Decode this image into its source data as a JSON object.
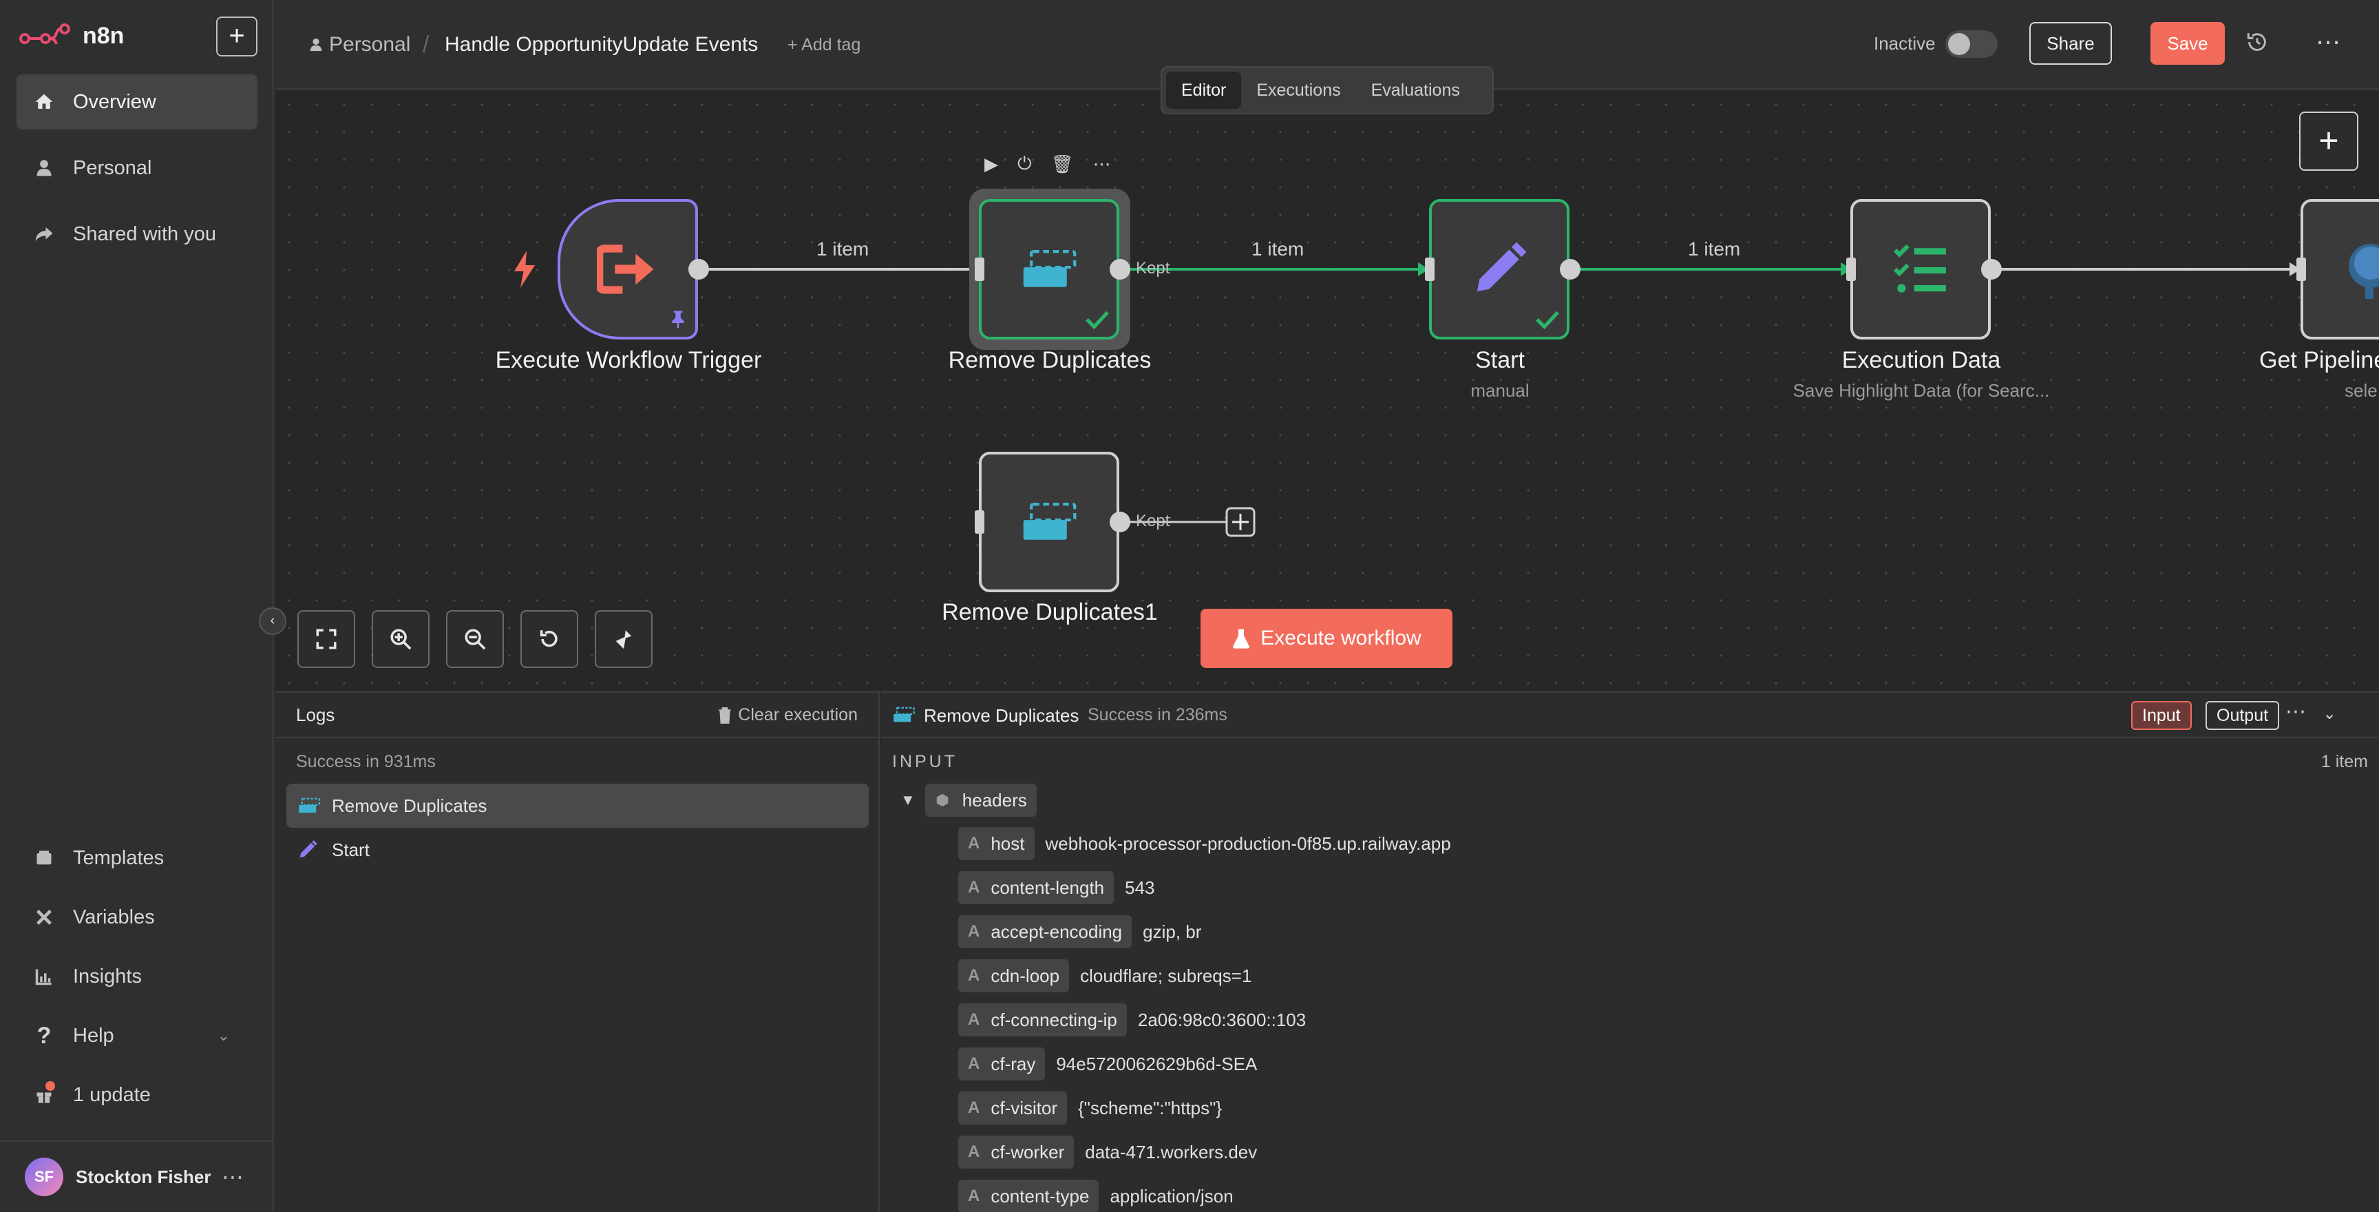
{
  "app": {
    "logo_text": "n8n"
  },
  "sidebar": {
    "items": [
      {
        "label": "Overview",
        "icon": "home-icon"
      },
      {
        "label": "Personal",
        "icon": "user-icon"
      },
      {
        "label": "Shared with you",
        "icon": "share-icon"
      }
    ],
    "bottom_items": [
      {
        "label": "Templates",
        "icon": "templates-icon"
      },
      {
        "label": "Variables",
        "icon": "variables-icon"
      },
      {
        "label": "Insights",
        "icon": "insights-icon"
      },
      {
        "label": "Help",
        "icon": "help-icon"
      },
      {
        "label": "1 update",
        "icon": "gift-icon"
      }
    ],
    "user": {
      "initials": "SF",
      "name": "Stockton Fisher"
    }
  },
  "header": {
    "project": "Personal",
    "workflow_title": "Handle OpportunityUpdate Events",
    "add_tag": "+ Add tag",
    "status_label": "Inactive",
    "share_label": "Share",
    "save_label": "Save",
    "tabs": [
      "Editor",
      "Executions",
      "Evaluations"
    ]
  },
  "canvas": {
    "nodes": [
      {
        "name": "Execute Workflow Trigger",
        "subtitle": ""
      },
      {
        "name": "Remove Duplicates",
        "subtitle": ""
      },
      {
        "name": "Start",
        "subtitle": "manual"
      },
      {
        "name": "Execution Data",
        "subtitle": "Save Highlight Data (for Searc..."
      },
      {
        "name": "Get Pipeline",
        "subtitle": "sele"
      },
      {
        "name": "Remove Duplicates1",
        "subtitle": ""
      }
    ],
    "edge_labels": [
      "1 item",
      "1 item",
      "1 item"
    ],
    "kept_label": "Kept",
    "execute_label": "Execute workflow"
  },
  "logs": {
    "title": "Logs",
    "clear_label": "Clear execution",
    "status": "Success in 931ms",
    "entries": [
      "Remove Duplicates",
      "Start"
    ]
  },
  "detail": {
    "node_name": "Remove Duplicates",
    "status": "Success in 236ms",
    "input_label": "Input",
    "output_label": "Output",
    "section_label": "INPUT",
    "item_count": "1 item",
    "root_key": "headers",
    "fields": [
      {
        "key": "host",
        "value": "webhook-processor-production-0f85.up.railway.app"
      },
      {
        "key": "content-length",
        "value": "543"
      },
      {
        "key": "accept-encoding",
        "value": "gzip, br"
      },
      {
        "key": "cdn-loop",
        "value": "cloudflare; subreqs=1"
      },
      {
        "key": "cf-connecting-ip",
        "value": "2a06:98c0:3600::103"
      },
      {
        "key": "cf-ray",
        "value": "94e5720062629b6d-SEA"
      },
      {
        "key": "cf-visitor",
        "value": "{\"scheme\":\"https\"}"
      },
      {
        "key": "cf-worker",
        "value": "data-471.workers.dev"
      },
      {
        "key": "content-type",
        "value": "application/json"
      }
    ]
  },
  "colors": {
    "accent": "#f26b5b",
    "success": "#2ab56b",
    "trigger": "#8b7ef2",
    "dedupe": "#3fb4d1"
  }
}
